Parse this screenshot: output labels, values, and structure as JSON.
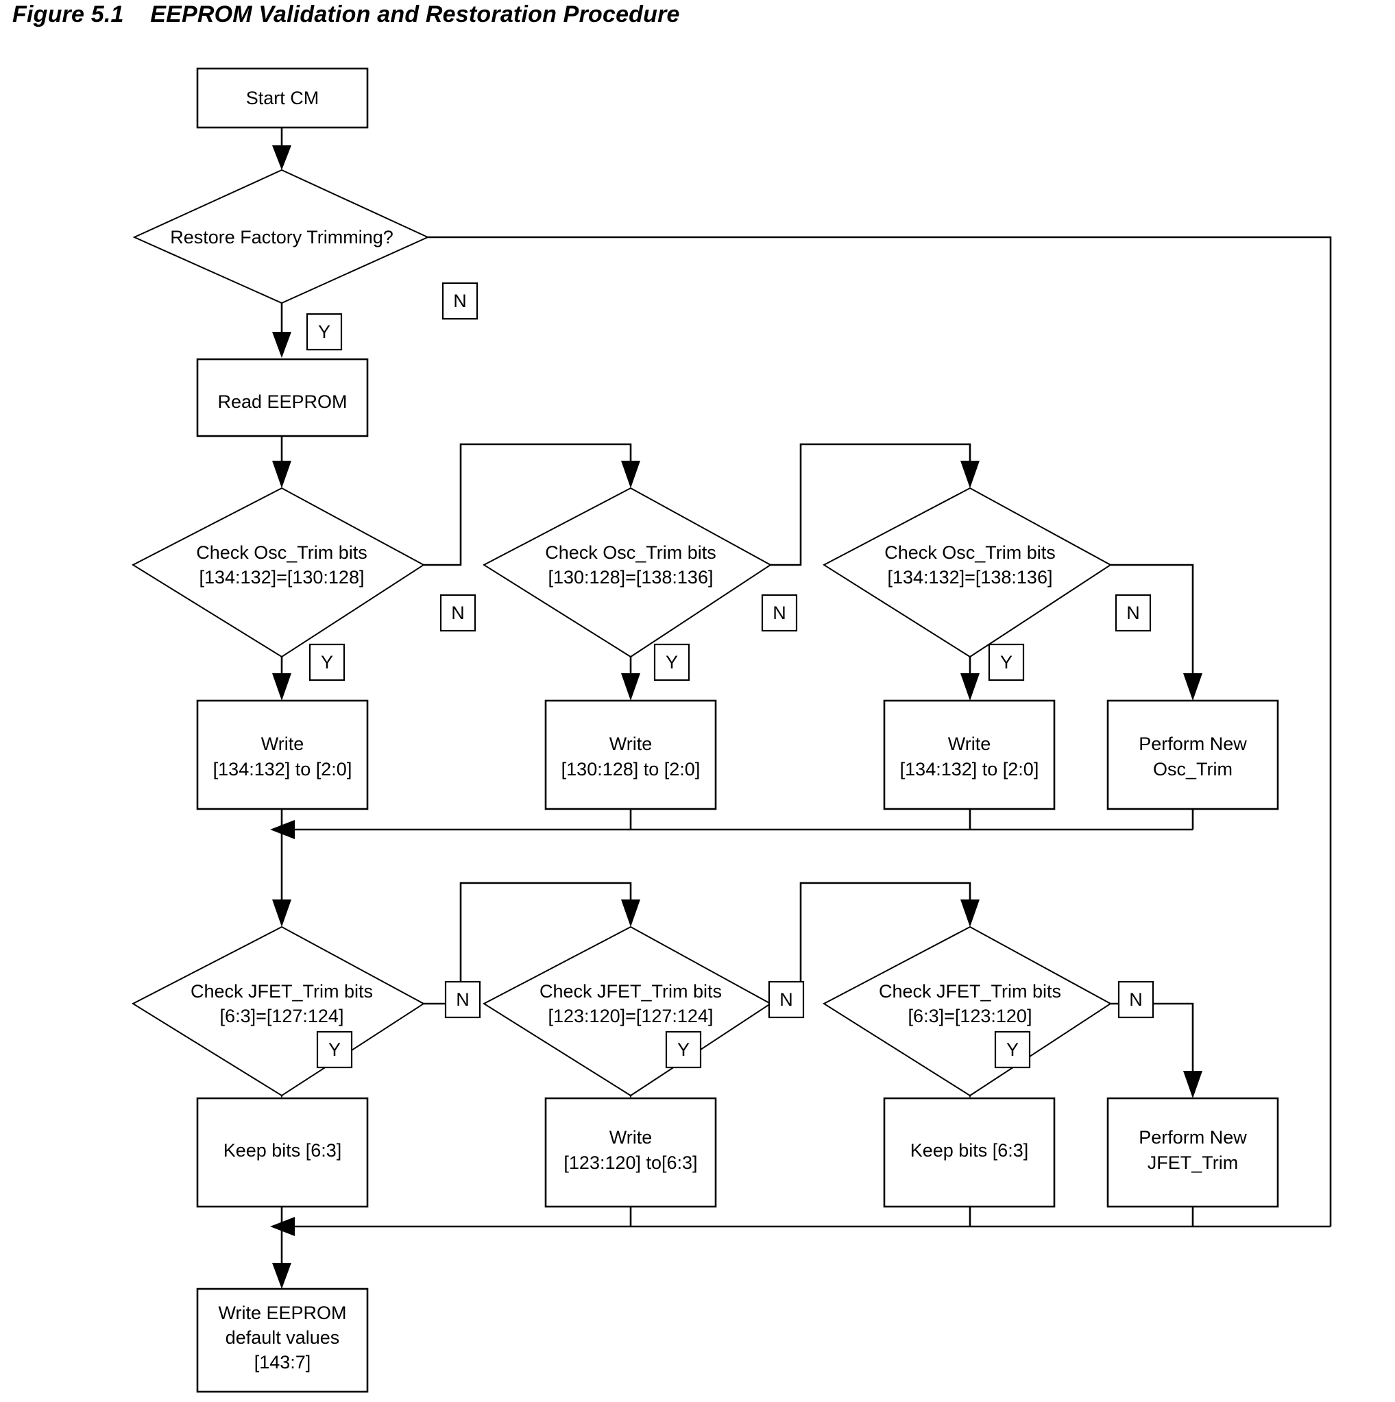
{
  "figure": {
    "number": "Figure 5.1",
    "title": "EEPROM Validation and Restoration Procedure",
    "full_title": "Figure 5.1    EEPROM Validation and Restoration Procedure"
  },
  "chart_data": {
    "type": "flowchart",
    "title": "Figure 5.1    EEPROM Validation and Restoration Procedure",
    "orientation": "top-to-bottom with left-to-right fallback chains",
    "nodes": [
      {
        "id": "start",
        "shape": "process",
        "text_lines": [
          "Start CM"
        ]
      },
      {
        "id": "restore_q",
        "shape": "decision",
        "text_lines": [
          "Restore Factory Trimming?"
        ]
      },
      {
        "id": "read_eeprom",
        "shape": "process",
        "text_lines": [
          "Read EEPROM"
        ]
      },
      {
        "id": "osc_chk_1",
        "shape": "decision",
        "text_lines": [
          "Check Osc_Trim bits",
          "[134:132]=[130:128]"
        ]
      },
      {
        "id": "osc_chk_2",
        "shape": "decision",
        "text_lines": [
          "Check Osc_Trim bits",
          "[130:128]=[138:136]"
        ]
      },
      {
        "id": "osc_chk_3",
        "shape": "decision",
        "text_lines": [
          "Check Osc_Trim bits",
          "[134:132]=[138:136]"
        ]
      },
      {
        "id": "osc_act_1",
        "shape": "process",
        "text_lines": [
          "Write",
          "[134:132] to [2:0]"
        ]
      },
      {
        "id": "osc_act_2",
        "shape": "process",
        "text_lines": [
          "Write",
          "[130:128] to [2:0]"
        ]
      },
      {
        "id": "osc_act_3",
        "shape": "process",
        "text_lines": [
          "Write",
          "[134:132] to [2:0]"
        ]
      },
      {
        "id": "osc_act_4",
        "shape": "process",
        "text_lines": [
          "Perform New",
          "Osc_Trim"
        ]
      },
      {
        "id": "jfet_chk_1",
        "shape": "decision",
        "text_lines": [
          "Check JFET_Trim bits",
          "[6:3]=[127:124]"
        ]
      },
      {
        "id": "jfet_chk_2",
        "shape": "decision",
        "text_lines": [
          "Check JFET_Trim bits",
          "[123:120]=[127:124]"
        ]
      },
      {
        "id": "jfet_chk_3",
        "shape": "decision",
        "text_lines": [
          "Check JFET_Trim bits",
          "[6:3]=[123:120]"
        ]
      },
      {
        "id": "jfet_act_1",
        "shape": "process",
        "text_lines": [
          "Keep bits [6:3]"
        ]
      },
      {
        "id": "jfet_act_2",
        "shape": "process",
        "text_lines": [
          "Write",
          "[123:120] to[6:3]"
        ]
      },
      {
        "id": "jfet_act_3",
        "shape": "process",
        "text_lines": [
          "Keep bits [6:3]"
        ]
      },
      {
        "id": "jfet_act_4",
        "shape": "process",
        "text_lines": [
          "Perform New",
          "JFET_Trim"
        ]
      },
      {
        "id": "write_defaults",
        "shape": "process",
        "text_lines": [
          "Write EEPROM",
          "default values",
          "[143:7]"
        ]
      }
    ],
    "edge_labels": [
      {
        "id": "lbl_restore_n",
        "text": "N"
      },
      {
        "id": "lbl_restore_y",
        "text": "Y"
      },
      {
        "id": "lbl_osc1_n",
        "text": "N"
      },
      {
        "id": "lbl_osc1_y",
        "text": "Y"
      },
      {
        "id": "lbl_osc2_n",
        "text": "N"
      },
      {
        "id": "lbl_osc2_y",
        "text": "Y"
      },
      {
        "id": "lbl_osc3_n",
        "text": "N"
      },
      {
        "id": "lbl_osc3_y",
        "text": "Y"
      },
      {
        "id": "lbl_jfet1_n",
        "text": "N"
      },
      {
        "id": "lbl_jfet1_y",
        "text": "Y"
      },
      {
        "id": "lbl_jfet2_n",
        "text": "N"
      },
      {
        "id": "lbl_jfet2_y",
        "text": "Y"
      },
      {
        "id": "lbl_jfet3_n",
        "text": "N"
      },
      {
        "id": "lbl_jfet3_y",
        "text": "Y"
      }
    ],
    "edges": [
      {
        "from": "start",
        "to": "restore_q",
        "label": ""
      },
      {
        "from": "restore_q",
        "to": "read_eeprom",
        "label": "Y"
      },
      {
        "from": "restore_q",
        "to": "write_defaults",
        "label": "N"
      },
      {
        "from": "read_eeprom",
        "to": "osc_chk_1",
        "label": ""
      },
      {
        "from": "osc_chk_1",
        "to": "osc_act_1",
        "label": "Y"
      },
      {
        "from": "osc_chk_1",
        "to": "osc_chk_2",
        "label": "N"
      },
      {
        "from": "osc_chk_2",
        "to": "osc_act_2",
        "label": "Y"
      },
      {
        "from": "osc_chk_2",
        "to": "osc_chk_3",
        "label": "N"
      },
      {
        "from": "osc_chk_3",
        "to": "osc_act_3",
        "label": "Y"
      },
      {
        "from": "osc_chk_3",
        "to": "osc_act_4",
        "label": "N"
      },
      {
        "from": "osc_act_1",
        "to": "jfet_chk_1",
        "label": ""
      },
      {
        "from": "osc_act_2",
        "to": "jfet_chk_1",
        "label": ""
      },
      {
        "from": "osc_act_3",
        "to": "jfet_chk_1",
        "label": ""
      },
      {
        "from": "osc_act_4",
        "to": "jfet_chk_1",
        "label": ""
      },
      {
        "from": "jfet_chk_1",
        "to": "jfet_act_1",
        "label": "Y"
      },
      {
        "from": "jfet_chk_1",
        "to": "jfet_chk_2",
        "label": "N"
      },
      {
        "from": "jfet_chk_2",
        "to": "jfet_act_2",
        "label": "Y"
      },
      {
        "from": "jfet_chk_2",
        "to": "jfet_chk_3",
        "label": "N"
      },
      {
        "from": "jfet_chk_3",
        "to": "jfet_act_3",
        "label": "Y"
      },
      {
        "from": "jfet_chk_3",
        "to": "jfet_act_4",
        "label": "N"
      },
      {
        "from": "jfet_act_1",
        "to": "write_defaults",
        "label": ""
      },
      {
        "from": "jfet_act_2",
        "to": "write_defaults",
        "label": ""
      },
      {
        "from": "jfet_act_3",
        "to": "write_defaults",
        "label": ""
      },
      {
        "from": "jfet_act_4",
        "to": "write_defaults",
        "label": ""
      }
    ],
    "colors": {
      "stroke": "#000000",
      "fill": "#ffffff",
      "text": "#000000"
    }
  },
  "nodes": {
    "start": {
      "l1": "Start CM"
    },
    "restore_q": {
      "l1": "Restore Factory Trimming?"
    },
    "read_eeprom": {
      "l1": "Read EEPROM"
    },
    "osc_chk_1": {
      "l1": "Check Osc_Trim bits",
      "l2": "[134:132]=[130:128]"
    },
    "osc_chk_2": {
      "l1": "Check Osc_Trim bits",
      "l2": "[130:128]=[138:136]"
    },
    "osc_chk_3": {
      "l1": "Check Osc_Trim bits",
      "l2": "[134:132]=[138:136]"
    },
    "osc_act_1": {
      "l1": "Write",
      "l2": "[134:132] to [2:0]"
    },
    "osc_act_2": {
      "l1": "Write",
      "l2": "[130:128] to [2:0]"
    },
    "osc_act_3": {
      "l1": "Write",
      "l2": "[134:132] to [2:0]"
    },
    "osc_act_4": {
      "l1": "Perform New",
      "l2": "Osc_Trim"
    },
    "jfet_chk_1": {
      "l1": "Check JFET_Trim bits",
      "l2": "[6:3]=[127:124]"
    },
    "jfet_chk_2": {
      "l1": "Check JFET_Trim bits",
      "l2": "[123:120]=[127:124]"
    },
    "jfet_chk_3": {
      "l1": "Check JFET_Trim bits",
      "l2": "[6:3]=[123:120]"
    },
    "jfet_act_1": {
      "l1": "Keep bits [6:3]"
    },
    "jfet_act_2": {
      "l1": "Write",
      "l2": "[123:120] to[6:3]"
    },
    "jfet_act_3": {
      "l1": "Keep bits [6:3]"
    },
    "jfet_act_4": {
      "l1": "Perform New",
      "l2": "JFET_Trim"
    },
    "write_defaults": {
      "l1": "Write EEPROM",
      "l2": "default values",
      "l3": "[143:7]"
    }
  },
  "labels": {
    "restore_n": "N",
    "restore_y": "Y",
    "osc1_n": "N",
    "osc1_y": "Y",
    "osc2_n": "N",
    "osc2_y": "Y",
    "osc3_n": "N",
    "osc3_y": "Y",
    "jfet1_n": "N",
    "jfet1_y": "Y",
    "jfet2_n": "N",
    "jfet2_y": "Y",
    "jfet3_n": "N",
    "jfet3_y": "Y"
  }
}
